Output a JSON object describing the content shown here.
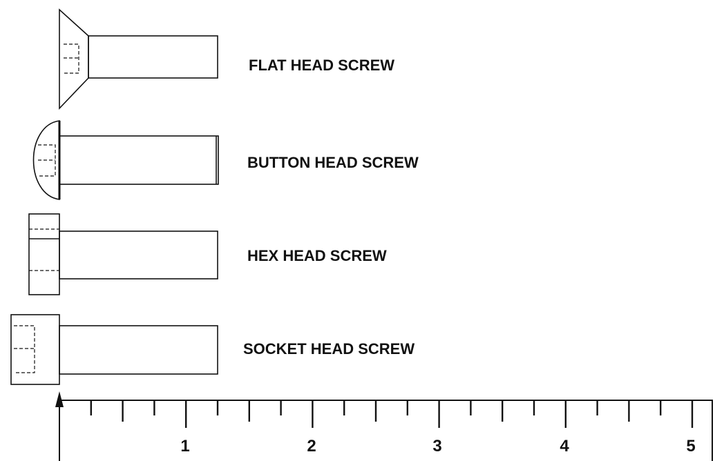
{
  "screws": [
    {
      "id": "flat",
      "label": "FLAT HEAD SCREW"
    },
    {
      "id": "button",
      "label": "BUTTON HEAD SCREW"
    },
    {
      "id": "hex",
      "label": "HEX HEAD SCREW"
    },
    {
      "id": "socket",
      "label": "SOCKET HEAD SCREW"
    }
  ],
  "ruler": {
    "major_labels": [
      "1",
      "2",
      "3",
      "4",
      "5"
    ],
    "subdivisions_per_unit": 4,
    "units_shown": 5
  },
  "colors": {
    "line": "#111111",
    "background": "#ffffff"
  }
}
